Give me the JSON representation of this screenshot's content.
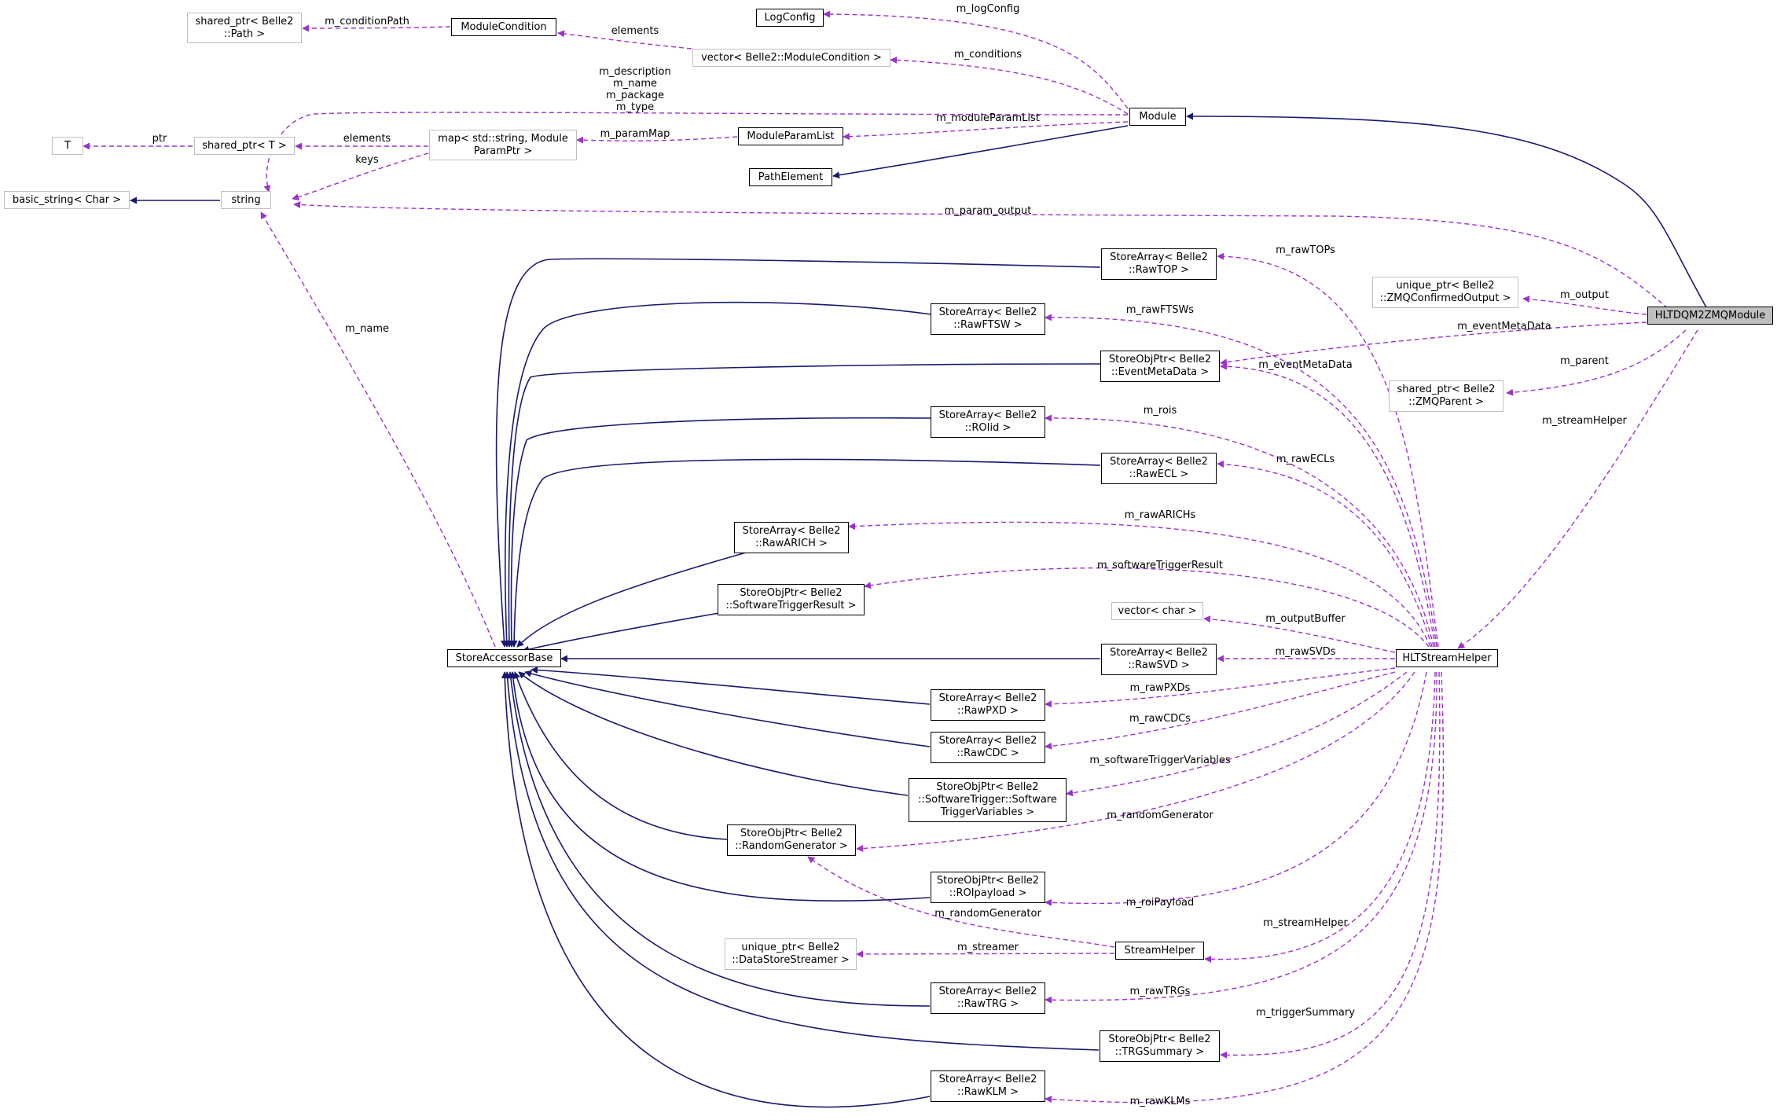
{
  "colors": {
    "inheritance": "#191970",
    "member": "#9a32cd",
    "focus_fill": "#bfbfbf",
    "external_border": "#bfbfbf"
  },
  "nodes": {
    "shared_ptr_path": "shared_ptr< Belle2\n::Path >",
    "module_condition": "ModuleCondition",
    "log_config": "LogConfig",
    "vector_module_condition": "vector< Belle2::ModuleCondition >",
    "module": "Module",
    "t": "T",
    "shared_ptr_t": "shared_ptr< T >",
    "map_string": "map< std::string, Module\nParamPtr >",
    "module_param_list": "ModuleParamList",
    "path_element": "PathElement",
    "basic_string": "basic_string< Char >",
    "string": "string",
    "store_accessor_base": "StoreAccessorBase",
    "raw_top": "StoreArray< Belle2\n::RawTOP >",
    "raw_ftsw": "StoreArray< Belle2\n::RawFTSW >",
    "event_meta_data": "StoreObjPtr< Belle2\n::EventMetaData >",
    "roiid": "StoreArray< Belle2\n::ROIid >",
    "raw_ecl": "StoreArray< Belle2\n::RawECL >",
    "raw_arich": "StoreArray< Belle2\n::RawARICH >",
    "software_trigger_result": "StoreObjPtr< Belle2\n::SoftwareTriggerResult >",
    "vector_char": "vector< char >",
    "raw_svd": "StoreArray< Belle2\n::RawSVD >",
    "raw_pxd": "StoreArray< Belle2\n::RawPXD >",
    "raw_cdc": "StoreArray< Belle2\n::RawCDC >",
    "software_trigger_variables": "StoreObjPtr< Belle2\n::SoftwareTrigger::Software\nTriggerVariables >",
    "random_generator": "StoreObjPtr< Belle2\n::RandomGenerator >",
    "roi_payload": "StoreObjPtr< Belle2\n::ROIpayload >",
    "data_store_streamer": "unique_ptr< Belle2\n::DataStoreStreamer >",
    "stream_helper": "StreamHelper",
    "raw_trg": "StoreArray< Belle2\n::RawTRG >",
    "trg_summary": "StoreObjPtr< Belle2\n::TRGSummary >",
    "raw_klm": "StoreArray< Belle2\n::RawKLM >",
    "zmq_confirmed_output": "unique_ptr< Belle2\n::ZMQConfirmedOutput >",
    "zmq_parent": "shared_ptr< Belle2\n::ZMQParent >",
    "hlt_dqm2zmq_module": "HLTDQM2ZMQModule",
    "hlt_stream_helper": "HLTStreamHelper"
  },
  "edge_labels": {
    "m_conditionPath": "m_conditionPath",
    "m_logConfig": "m_logConfig",
    "elements_condition": "elements",
    "m_conditions": "m_conditions",
    "module_string_members": "m_description\nm_name\nm_package\nm_type",
    "ptr": "ptr",
    "elements_map": "elements",
    "m_paramMap": "m_paramMap",
    "m_moduleParamList": "m_moduleParamList",
    "keys": "keys",
    "m_param_output": "m_param_output",
    "m_name_sab": "m_name",
    "m_rawTOPs": "m_rawTOPs",
    "m_output": "m_output",
    "m_rawFTSWs": "m_rawFTSWs",
    "m_eventMetaData_module": "m_eventMetaData",
    "m_eventMetaData_helper": "m_eventMetaData",
    "m_parent": "m_parent",
    "m_rois": "m_rois",
    "m_streamHelper_module": "m_streamHelper",
    "m_rawECLs": "m_rawECLs",
    "m_rawARICHs": "m_rawARICHs",
    "m_softwareTriggerResult": "m_softwareTriggerResult",
    "m_outputBuffer": "m_outputBuffer",
    "m_rawSVDs": "m_rawSVDs",
    "m_rawPXDs": "m_rawPXDs",
    "m_rawCDCs": "m_rawCDCs",
    "m_softwareTriggerVariables": "m_softwareTriggerVariables",
    "m_randomGenerator_helper": "m_randomGenerator",
    "m_roiPayload": "m_roiPayload",
    "m_randomGenerator_stream": "m_randomGenerator",
    "m_streamHelper_helper": "m_streamHelper",
    "m_streamer": "m_streamer",
    "m_rawTRGs": "m_rawTRGs",
    "m_triggerSummary": "m_triggerSummary",
    "m_rawKLMs": "m_rawKLMs"
  }
}
